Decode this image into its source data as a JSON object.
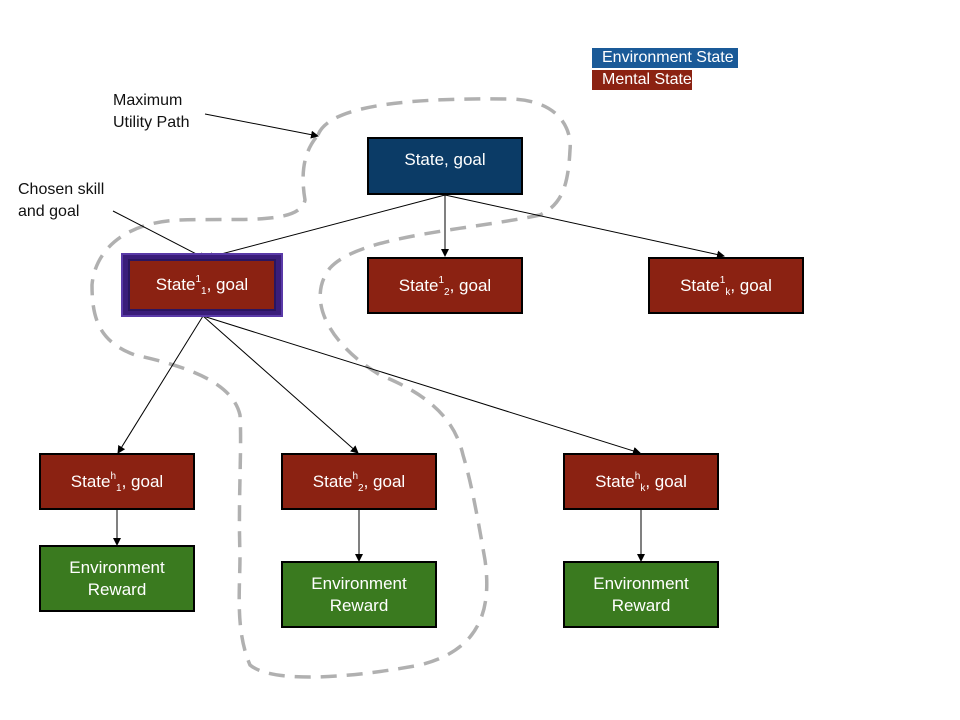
{
  "legend": {
    "environment_state": "Environment State",
    "mental_state": "Mental State"
  },
  "colors": {
    "environment_state": "#0b3b66",
    "mental_state": "#8b2212",
    "reward": "#3a7a1f",
    "highlight": "#3a1d7a",
    "dashed_path": "#b0b0b0"
  },
  "annotations": {
    "max_utility_line1": "Maximum",
    "max_utility_line2": "Utility Path",
    "chosen_line1": "Chosen skill",
    "chosen_line2": "and goal"
  },
  "nodes": {
    "root": {
      "text": "State, goal"
    },
    "l1_1": {
      "base": "State",
      "sup": "1",
      "sub": "1",
      "rest": ", goal"
    },
    "l1_2": {
      "base": "State",
      "sup": "1",
      "sub": "2",
      "rest": ", goal"
    },
    "l1_k": {
      "base": "State",
      "sup": "1",
      "sub": "k",
      "rest": ", goal"
    },
    "lh_1": {
      "base": "State",
      "sup": "h",
      "sub": "1",
      "rest": ", goal"
    },
    "lh_2": {
      "base": "State",
      "sup": "h",
      "sub": "2",
      "rest": ", goal"
    },
    "lh_k": {
      "base": "State",
      "sup": "h",
      "sub": "k",
      "rest": ", goal"
    },
    "reward_1": {
      "line1": "Environment",
      "line2": "Reward"
    },
    "reward_2": {
      "line1": "Environment",
      "line2": "Reward"
    },
    "reward_k": {
      "line1": "Environment",
      "line2": "Reward"
    }
  }
}
